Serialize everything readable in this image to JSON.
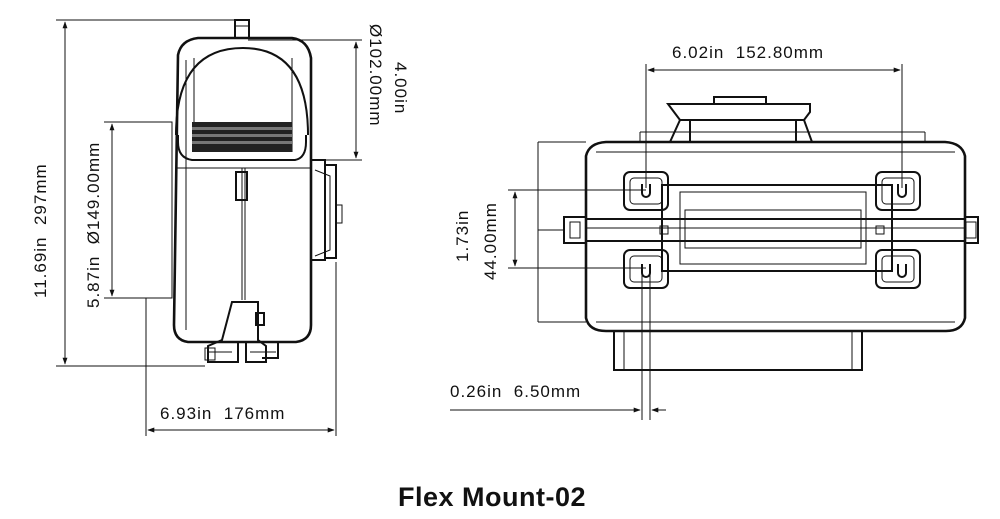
{
  "title": "Flex Mount-02",
  "dimensions": {
    "overall_height": "11.69in  297mm",
    "body_height": "5.87in  Ø149.00mm",
    "outlet_diameter": "Ø102.00mm",
    "outlet_inch": "4.00in",
    "side_width": "6.93in  176mm",
    "hole_spacing_horizontal": "6.02in  152.80mm",
    "hole_spacing_vertical_in": "1.73in",
    "hole_spacing_vertical_mm": "44.00mm",
    "slot_width": "0.26in  6.50mm"
  }
}
